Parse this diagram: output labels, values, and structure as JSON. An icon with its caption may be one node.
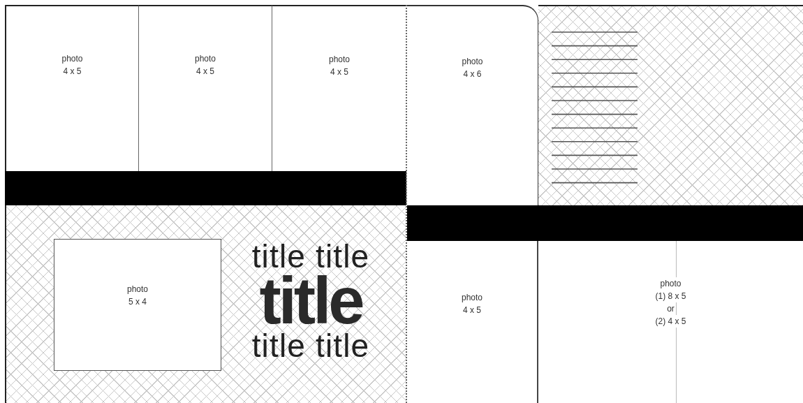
{
  "diagram": {
    "nodes": [
      {
        "text": [
          "photo",
          "4 x 5"
        ]
      },
      {
        "text": [
          "photo",
          "4 x 5"
        ]
      },
      {
        "text": [
          "photo",
          "4 x 5"
        ]
      },
      {
        "text": [
          "photo",
          "4 x 6"
        ]
      },
      {
        "text": [
          "photo",
          "5 x 4"
        ]
      },
      {
        "text": [
          "photo",
          "4 x 5"
        ]
      },
      {
        "text": [
          "photo",
          "(1) 8 x 5",
          "or",
          "(2) 4 x 5"
        ]
      },
      {
        "text": [],
        "shape": "bar"
      },
      {
        "text": [],
        "shape": "bar"
      }
    ],
    "labels": [
      "title title",
      "title",
      "title title"
    ]
  }
}
